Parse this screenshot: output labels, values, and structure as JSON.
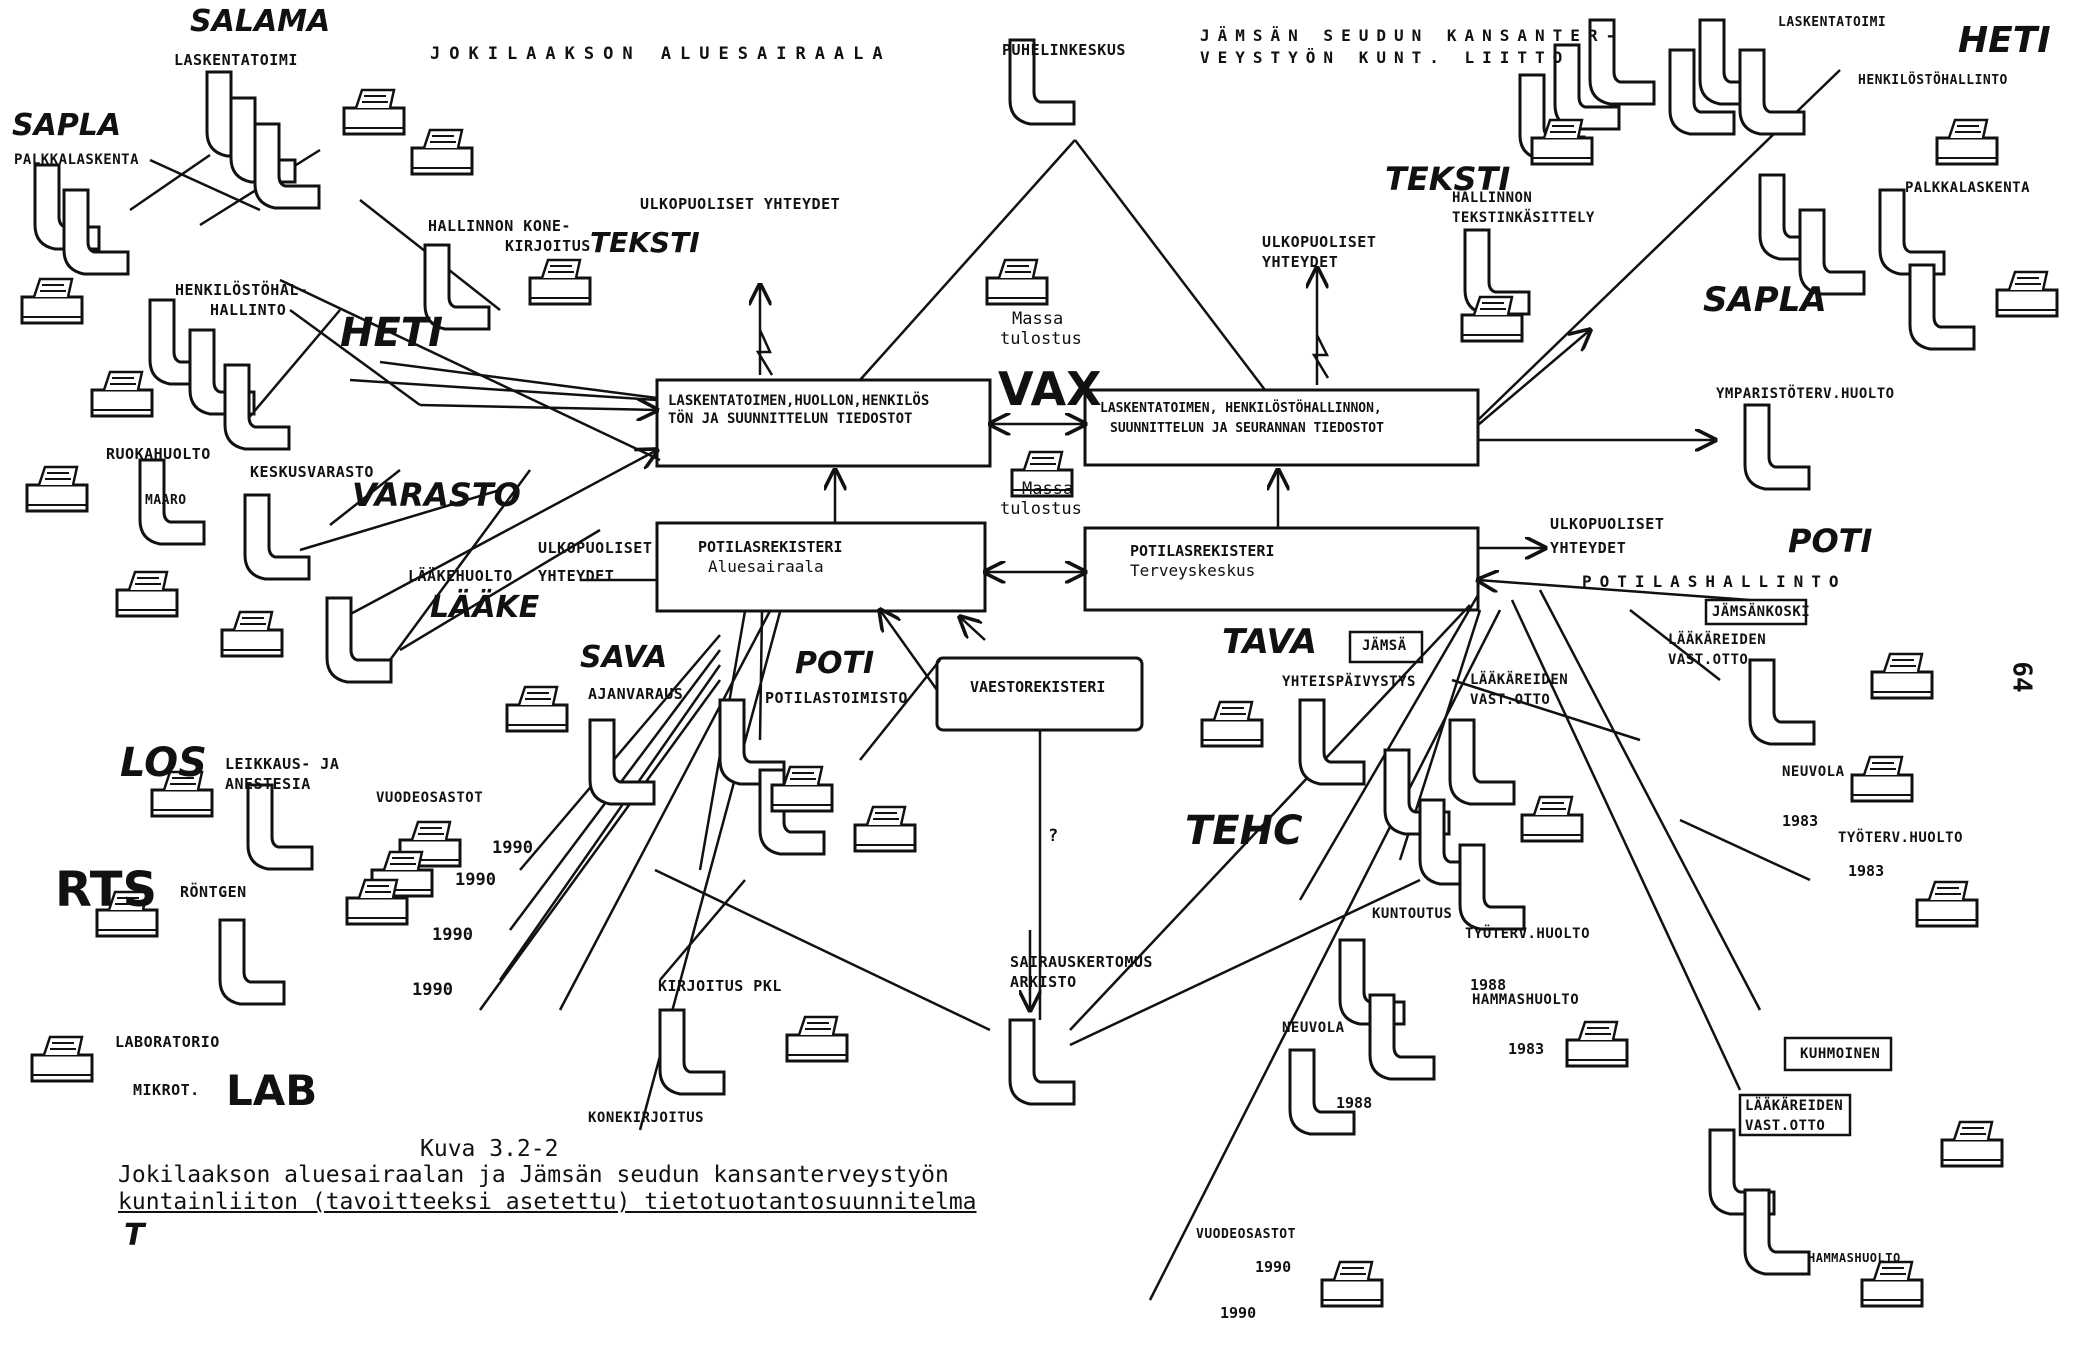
{
  "header": {
    "handwritten_top_left": "SALAMA",
    "left_title": "JOKILAAKSON ALUESAIRAALA",
    "right_title_line1": "JÄMSÄN SEUDUN KANSANTER-",
    "right_title_line2": "VEYSTYÖN KUNT. LIITTO"
  },
  "central": {
    "vax_label": "VAX",
    "box_left_files": [
      "LASKENTATOIMEN,HUOLLON,HENKILÖS",
      "TÖN JA SUUNNITTELUN TIEDOSTOT"
    ],
    "box_right_files": [
      "LASKENTATOIMEN, HENKILÖSTÖHALLINNON,",
      "SUUNNITTELUN JA SEURANNAN TIEDOSTOT"
    ],
    "box_left_patients": [
      "POTILASREKISTERI",
      "Aluesairaala"
    ],
    "box_right_patients": [
      "POTILASREKISTERI",
      "Terveyskeskus"
    ],
    "box_population": "VAESTOREKISTERI",
    "mass_print_top": [
      "Massa",
      "tulostus"
    ],
    "mass_print_mid": [
      "Massa",
      "tulostus"
    ],
    "external_left": "ULKOPUOLISET YHTEYDET",
    "external_mid": [
      "ULKOPUOLISET",
      "YHTEYDET"
    ],
    "phone_center": "PUHELINKESKUS",
    "question_mark": "?"
  },
  "left_labels": {
    "sapla_hand": "SAPLA",
    "laskentatoimi": "LASKENTATOIMI",
    "palkkalaskenta": "PALKKALASKENTA",
    "henkilosto": [
      "HENKILÖSTÖHAL-",
      "HALLINTO"
    ],
    "heti_hand": "HETI",
    "hallinnon": [
      "HALLINNON KONE-",
      "KIRJOITUS"
    ],
    "teksti_hand": "TEKSTI",
    "ruokahuolto": "RUOKAHUOLTO",
    "keskusvarasto": "KESKUSVARASTO",
    "varasto_hand": "VARASTO",
    "maaro": "MAARO",
    "ulkopuoliset_left": [
      "ULKOPUOLISET",
      "YHTEYDET"
    ],
    "laakehuolto": "LÄÄKEHUOLTO",
    "laake_hand": "LÄÄKE",
    "sava_hand": "SAVA",
    "ajanvaraus": "AJANVARAUS",
    "poti_hand_left": "POTI",
    "potilastoimisto": "POTILASTOIMISTO",
    "los_hand": "LOS",
    "leikkaus": [
      "LEIKKAUS- JA",
      "ANESTESIA"
    ],
    "vuodeosastot": "VUODEOSASTOT",
    "rts_hand": "RTS",
    "rontgen": "RÖNTGEN",
    "laboratorio": "LABORATORIO",
    "mikrot": "MIKROT.",
    "lab_hand": "LAB",
    "kirjoitus_pkl": "KIRJOITUS PKL",
    "konekirjoitus": "KONEKIRJOITUS",
    "sairauskertomus": [
      "SAIRAUSKERTOMUS",
      "ARKISTO"
    ],
    "years": [
      "1990",
      "1990",
      "1990",
      "1990"
    ]
  },
  "right_labels": {
    "laskentatoimi": "LASKENTATOIMI",
    "heti_hand": "HETI",
    "henkilostohallinto": "HENKILÖSTÖHALLINTO",
    "teksti_hand": "TEKSTI",
    "hallinnon": [
      "HALLINNON",
      "TEKSTINKÄSITTELY"
    ],
    "palkkalaskenta": "PALKKALASKENTA",
    "sapla_hand": "SAPLA",
    "ymparisto": "YMPARISTÖTERV.HUOLTO",
    "ulkopuoliset": [
      "ULKOPUOLISET",
      "YHTEYDET"
    ],
    "poti_hand": "POTI",
    "potilashallinto": "POTILASHALLINTO",
    "jamsankoski": "JÄMSÄNKOSKI",
    "laakareiden1": [
      "LÄÄKÄREIDEN",
      "VAST.OTTO"
    ],
    "neuvola1": "NEUVOLA",
    "tyoterv1": "TYÖTERV.HUOLTO",
    "tava_hand": "TAVA",
    "jamsa": "JÄMSÄ",
    "yhteispaivystys": "YHTEISPÄIVYSTYS",
    "laakareiden2": [
      "LÄÄKÄREIDEN",
      "VAST.OTTO"
    ],
    "tehc_hand": "TEHC",
    "kuntoutus": "KUNTOUTUS",
    "tyoterv2": "TYÖTERV.HUOLTO",
    "hammashuolto": "HAMMASHUOLTO",
    "neuvola2": "NEUVOLA",
    "kuhmoinen": "KUHMOINEN",
    "laakareiden3": [
      "LÄÄKÄREIDEN",
      "VAST.OTTO"
    ],
    "hammashuolto2": "HAMMASHUOLTO",
    "vuodeosastot": "VUODEOSASTOT",
    "years": [
      "1983",
      "1983",
      "1988",
      "1983",
      "1988",
      "1990",
      "1990"
    ]
  },
  "caption": {
    "line1": "Kuva 3.2-2",
    "line2": "Jokilaakson aluesairaalan ja Jämsän seudun kansanterveystyön",
    "line3": "kuntainliiton (tavoitteeksi asetettu) tietotuotantosuunnitelma",
    "mark": "T"
  },
  "page_number": "64"
}
